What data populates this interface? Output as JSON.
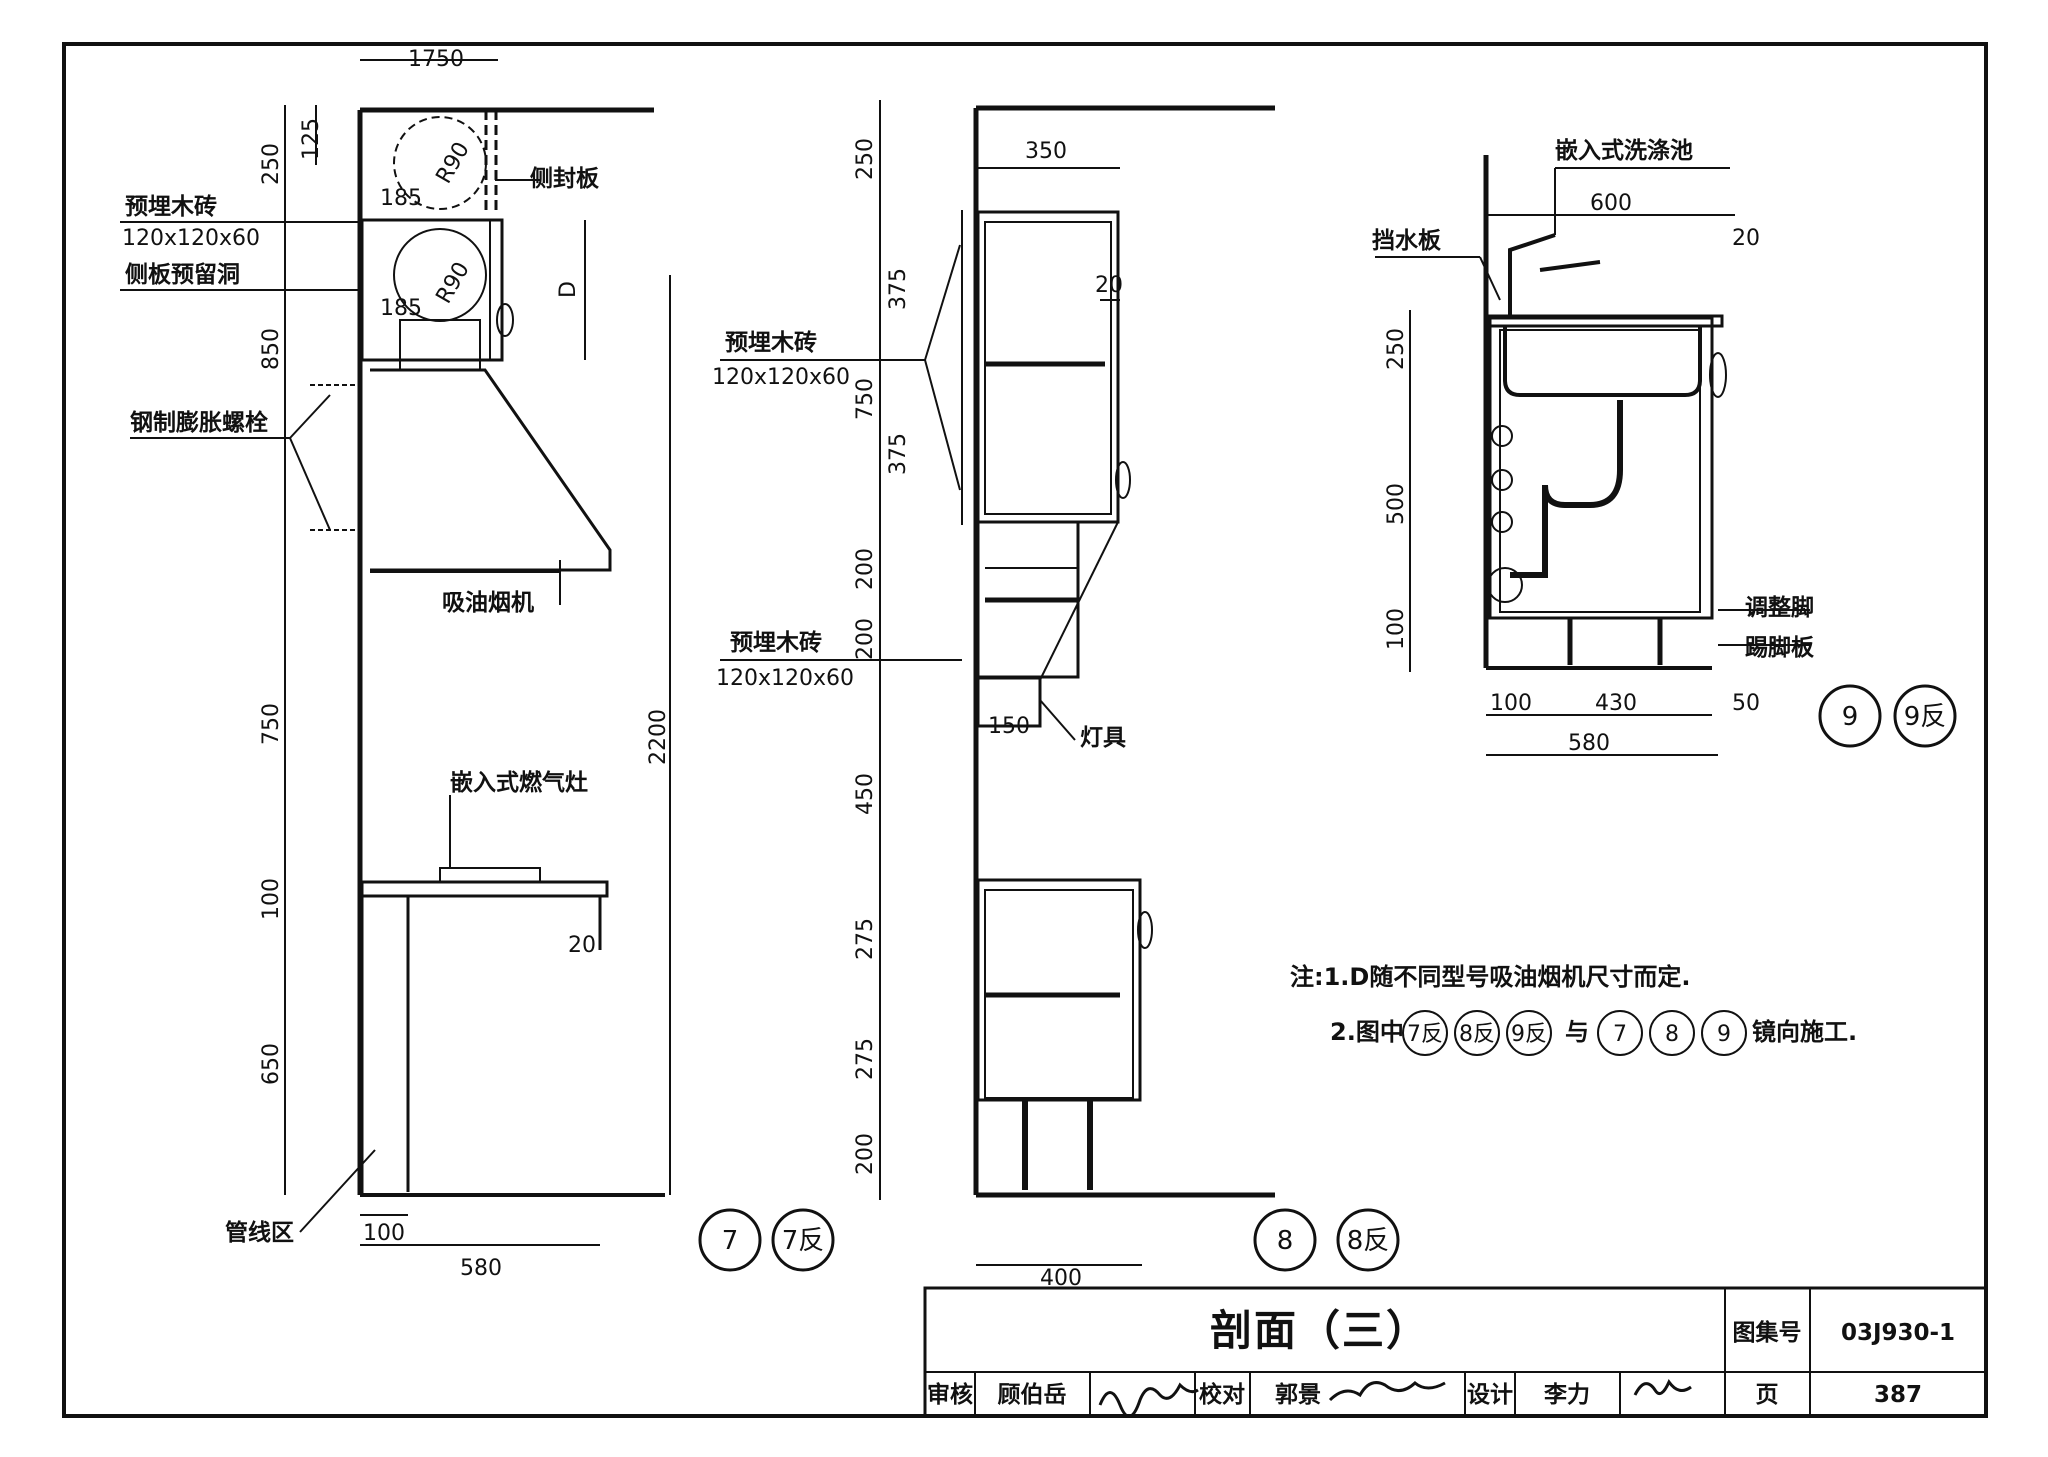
{
  "drawing": {
    "title": "剖面（三）",
    "atlas_label": "图集号",
    "atlas_number": "03J930-1",
    "page_label": "页",
    "page_number": "387",
    "review_label": "审核",
    "reviewer": "顾伯岳",
    "check_label": "校对",
    "checker": "郭景",
    "design_label": "设计",
    "designer": "李力"
  },
  "section7": {
    "labels": {
      "wood_brick": "预埋木砖",
      "wood_brick_size": "120x120x60",
      "side_hole": "侧板预留洞",
      "bolts": "钢制膨胀螺栓",
      "side_panel": "侧封板",
      "hood": "吸油烟机",
      "stove": "嵌入式燃气灶",
      "pipe_zone": "管线区"
    },
    "dims": {
      "top_width": "1750",
      "d125": "125",
      "d250": "250",
      "r1": "R90",
      "d185a": "185",
      "r2": "R90",
      "d185b": "185",
      "dD": "D",
      "d850": "850",
      "d750": "750",
      "d2200": "2200",
      "d100": "100",
      "d20": "20",
      "d650": "650",
      "b100": "100",
      "b580": "580"
    },
    "marks": [
      "7",
      "7反"
    ]
  },
  "section8": {
    "labels": {
      "wood_brick1": "预埋木砖",
      "wood_brick_size1": "120x120x60",
      "wood_brick2": "预埋木砖",
      "wood_brick_size2": "120x120x60",
      "lamp": "灯具"
    },
    "dims": {
      "d250": "250",
      "d350": "350",
      "d375a": "375",
      "d750": "750",
      "d375b": "375",
      "d20": "20",
      "d200a": "200",
      "d200b": "200",
      "d150": "150",
      "d450": "450",
      "d275a": "275",
      "d275b": "275",
      "d200c": "200",
      "b400": "400"
    },
    "marks": [
      "8",
      "8反"
    ]
  },
  "section9": {
    "labels": {
      "sink": "嵌入式洗涤池",
      "splash": "挡水板",
      "adj_foot": "调整脚",
      "kick": "踢脚板"
    },
    "dims": {
      "d600": "600",
      "d20": "20",
      "d250": "250",
      "d500": "500",
      "d100": "100",
      "b100": "100",
      "b430": "430",
      "b50": "50",
      "b580": "580"
    },
    "marks": [
      "9",
      "9反"
    ]
  },
  "notes": {
    "line1": "注:1.D随不同型号吸油烟机尺寸而定.",
    "line2_pre": "2.图中",
    "line2_mid": "与",
    "line2_post": "镜向施工.",
    "mirror_marks": [
      "7反",
      "8反",
      "9反"
    ],
    "normal_marks": [
      "7",
      "8",
      "9"
    ]
  }
}
